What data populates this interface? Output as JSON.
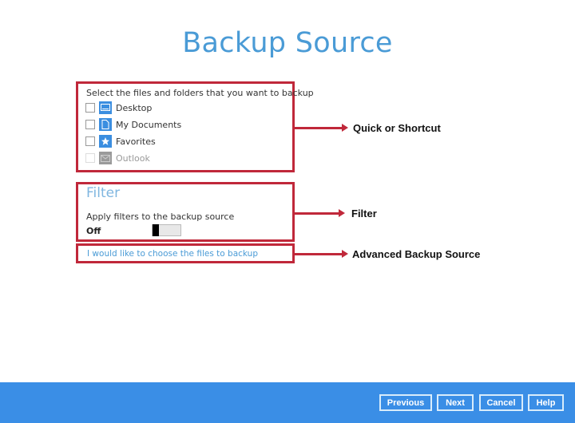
{
  "header": {
    "title": "Backup Source"
  },
  "quick_section": {
    "prompt": "Select the files and folders that you want to backup",
    "items": [
      {
        "label": "Desktop",
        "icon": "desktop-icon",
        "checked": false,
        "enabled": true
      },
      {
        "label": "My Documents",
        "icon": "document-icon",
        "checked": false,
        "enabled": true
      },
      {
        "label": "Favorites",
        "icon": "star-icon",
        "checked": false,
        "enabled": true
      },
      {
        "label": "Outlook",
        "icon": "mail-icon",
        "checked": false,
        "enabled": false
      }
    ]
  },
  "filter_section": {
    "title": "Filter",
    "description": "Apply filters to the backup source",
    "toggle_state": "Off"
  },
  "advanced_link": "I would like to choose the files to backup",
  "annotations": {
    "quick": "Quick or Shortcut",
    "filter": "Filter",
    "advanced": "Advanced Backup Source",
    "color": "#c0283a"
  },
  "footer": {
    "buttons": {
      "previous": "Previous",
      "next": "Next",
      "cancel": "Cancel",
      "help": "Help"
    },
    "color": "#3a8ee6"
  }
}
